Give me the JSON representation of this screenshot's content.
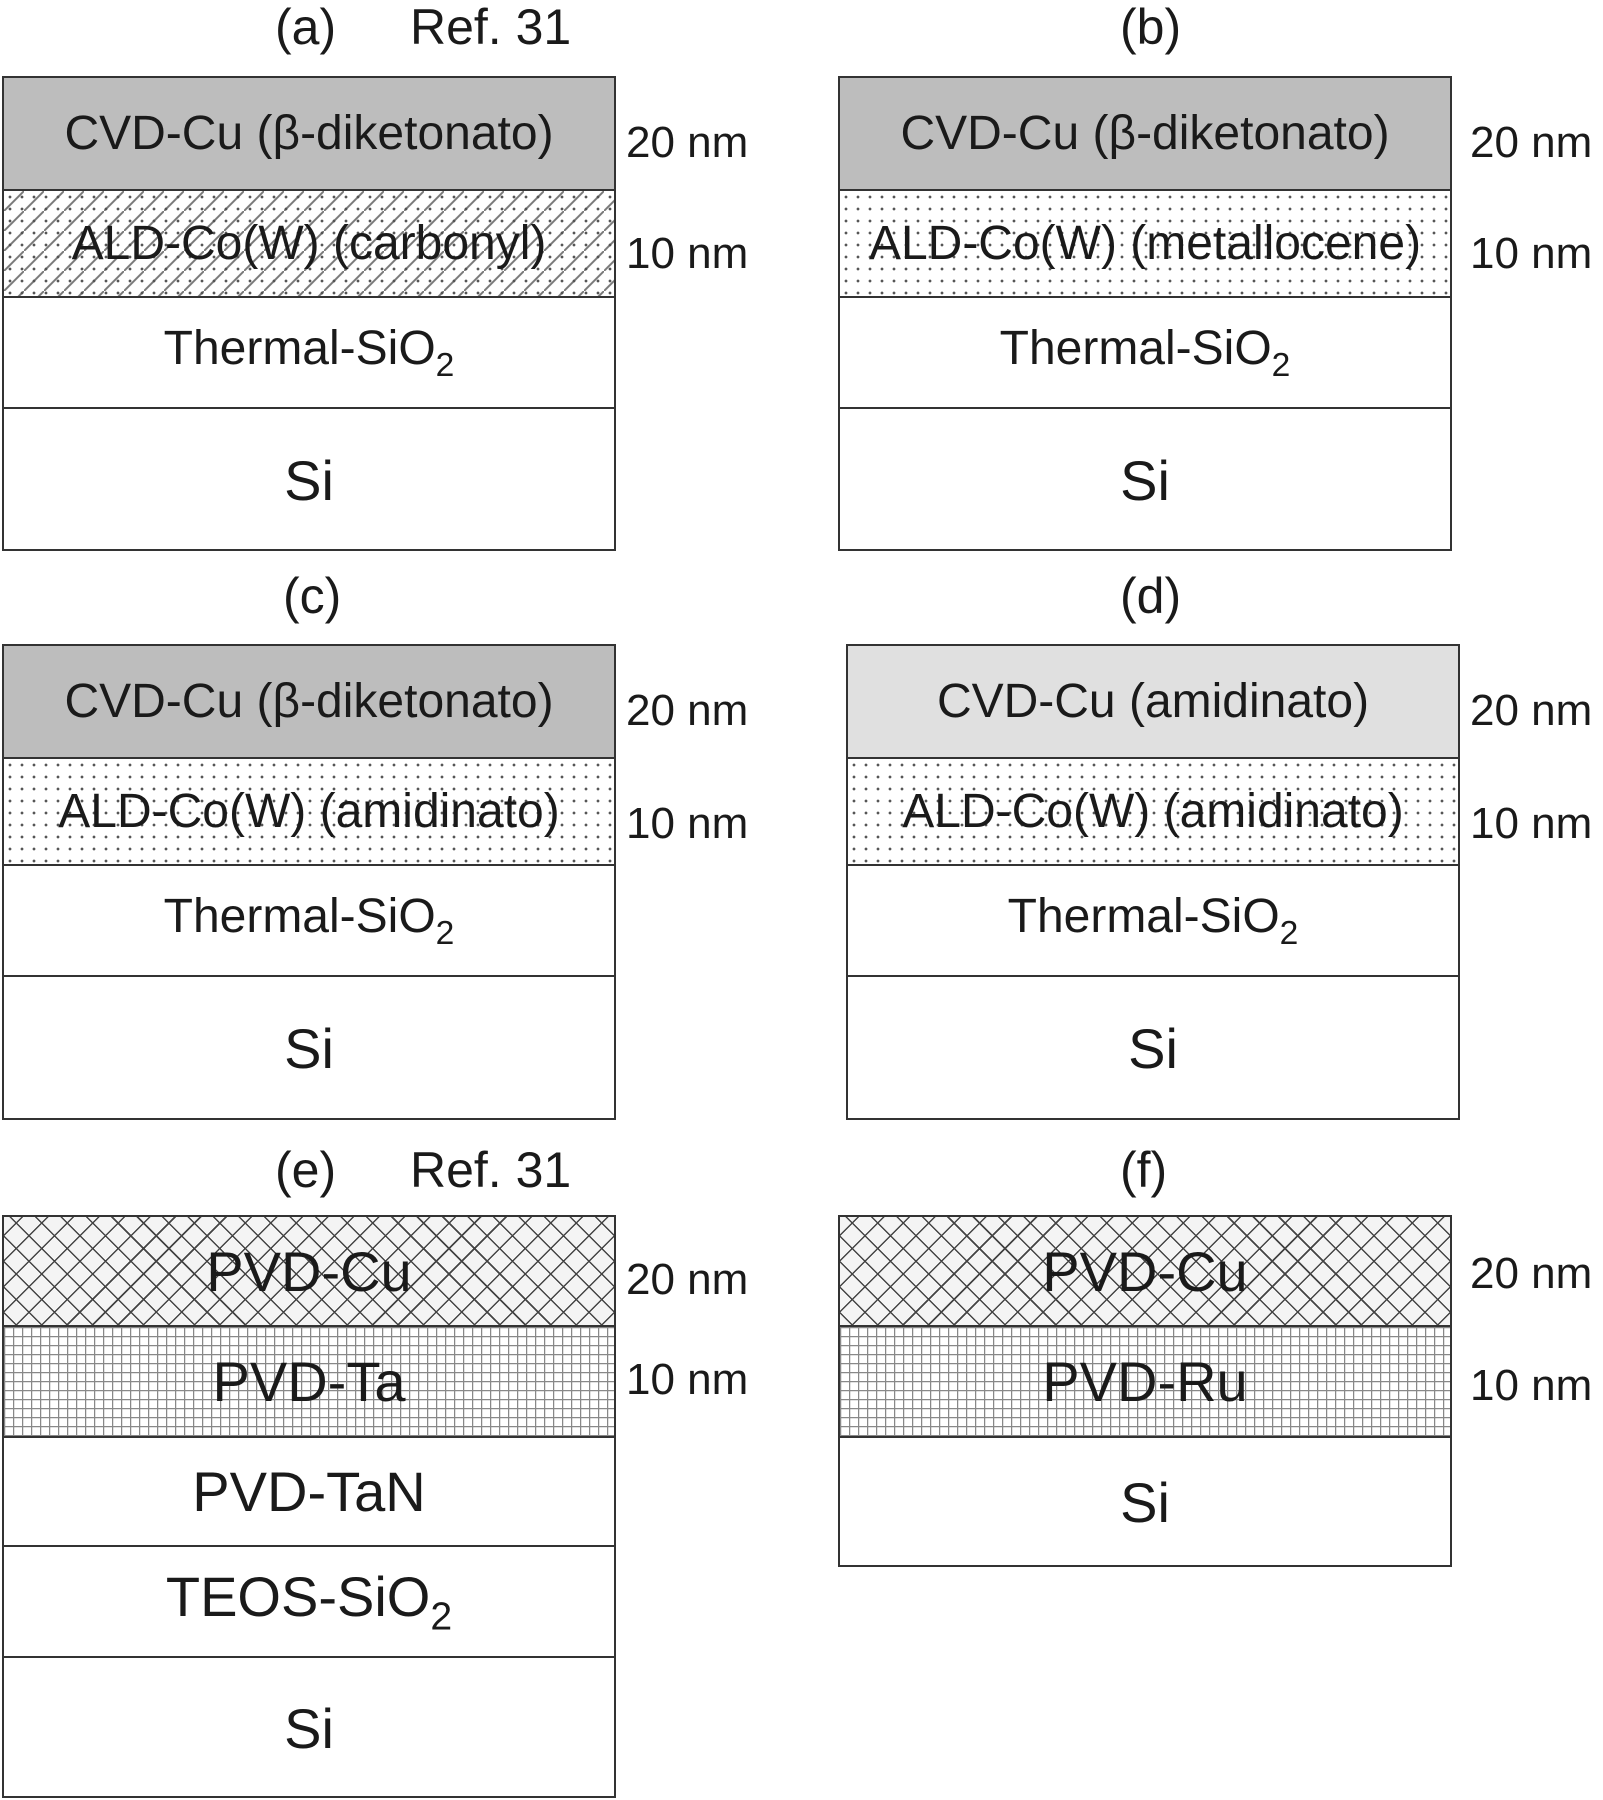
{
  "panels": {
    "a": {
      "label": "(a)",
      "ref": "Ref. 31",
      "layers": [
        "CVD-Cu (β-diketonato)",
        "ALD-Co(W) (carbonyl)",
        "Thermal-SiO",
        "Si"
      ],
      "sub": "2",
      "thickness": [
        "20 nm",
        "10 nm"
      ]
    },
    "b": {
      "label": "(b)",
      "layers": [
        "CVD-Cu (β-diketonato)",
        "ALD-Co(W) (metallocene)",
        "Thermal-SiO",
        "Si"
      ],
      "sub": "2",
      "thickness": [
        "20 nm",
        "10 nm"
      ]
    },
    "c": {
      "label": "(c)",
      "layers": [
        "CVD-Cu (β-diketonato)",
        "ALD-Co(W) (amidinato)",
        "Thermal-SiO",
        "Si"
      ],
      "sub": "2",
      "thickness": [
        "20 nm",
        "10 nm"
      ]
    },
    "d": {
      "label": "(d)",
      "layers": [
        "CVD-Cu (amidinato)",
        "ALD-Co(W) (amidinato)",
        "Thermal-SiO",
        "Si"
      ],
      "sub": "2",
      "thickness": [
        "20 nm",
        "10 nm"
      ]
    },
    "e": {
      "label": "(e)",
      "ref": "Ref. 31",
      "layers": [
        "PVD-Cu",
        "PVD-Ta",
        "PVD-TaN",
        "TEOS-SiO",
        "Si"
      ],
      "sub": "2",
      "thickness": [
        "20 nm",
        "10 nm"
      ]
    },
    "f": {
      "label": "(f)",
      "layers": [
        "PVD-Cu",
        "PVD-Ru",
        "Si"
      ],
      "thickness": [
        "20 nm",
        "10 nm"
      ]
    }
  },
  "colors": {
    "cu_beta_diketonato": "#bdbdbd",
    "cu_amidinato": "#e0e0e0",
    "border": "#333333"
  }
}
